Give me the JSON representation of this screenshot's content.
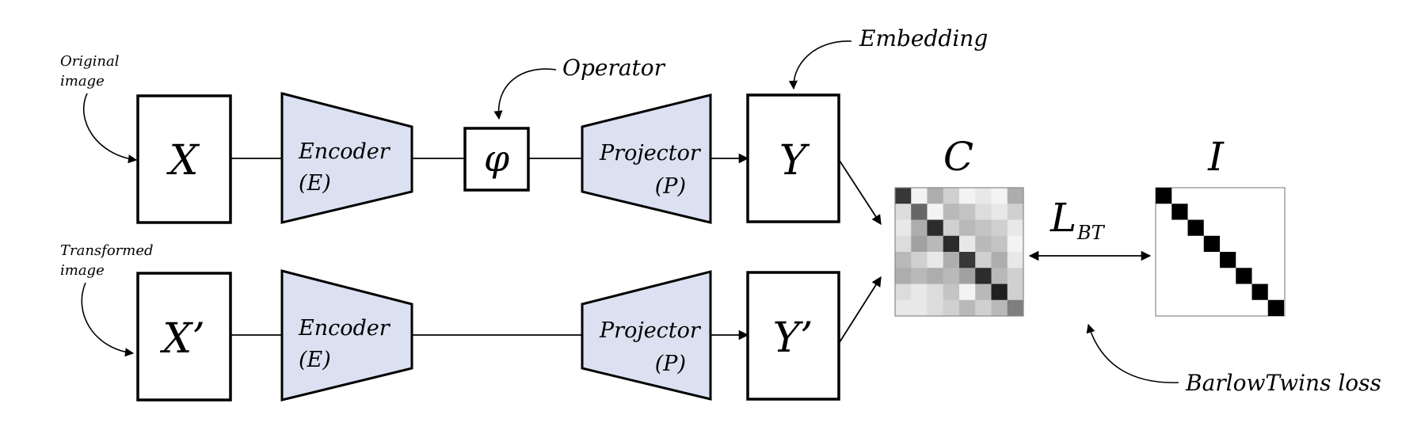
{
  "annotations": {
    "original_image": [
      "Original",
      "image"
    ],
    "transformed_image": [
      "Transformed",
      "image"
    ],
    "operator": "Operator",
    "embedding": "Embedding",
    "loss": "BarlowTwins loss"
  },
  "top_branch": {
    "input": "X",
    "encoder": [
      "Encoder",
      "(E)"
    ],
    "operator_symbol": "φ",
    "projector": [
      "Projector",
      "(P)"
    ],
    "output": "Y"
  },
  "bottom_branch": {
    "input": "X’",
    "encoder": [
      "Encoder",
      "(E)"
    ],
    "projector": [
      "Projector",
      "(P)"
    ],
    "output": "Y’"
  },
  "matrices": {
    "cross_correlation": "C",
    "identity": "I",
    "loss_symbol": "L",
    "loss_subscript": "BT",
    "cross_correlation_grid": [
      [
        0.85,
        0.05,
        0.35,
        0.2,
        0.05,
        0.1,
        0.05,
        0.35
      ],
      [
        0.15,
        0.65,
        0.05,
        0.3,
        0.25,
        0.15,
        0.1,
        0.2
      ],
      [
        0.1,
        0.35,
        0.9,
        0.2,
        0.3,
        0.25,
        0.2,
        0.1
      ],
      [
        0.15,
        0.4,
        0.3,
        0.9,
        0.1,
        0.3,
        0.25,
        0.05
      ],
      [
        0.3,
        0.2,
        0.1,
        0.35,
        0.85,
        0.2,
        0.35,
        0.1
      ],
      [
        0.35,
        0.3,
        0.35,
        0.3,
        0.4,
        0.9,
        0.3,
        0.2
      ],
      [
        0.15,
        0.1,
        0.15,
        0.25,
        0.05,
        0.3,
        0.95,
        0.2
      ],
      [
        0.1,
        0.1,
        0.15,
        0.2,
        0.3,
        0.2,
        0.3,
        0.55
      ]
    ],
    "identity_size": 8
  },
  "colors": {
    "module_fill": "#dbe1f1",
    "stroke": "#000000"
  }
}
